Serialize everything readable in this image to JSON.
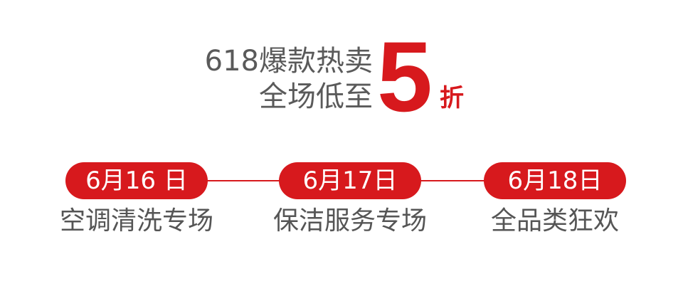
{
  "headline": {
    "line1": "618爆款热卖",
    "line2": "全场低至",
    "discount_number": "5",
    "discount_unit": "折"
  },
  "timeline": {
    "items": [
      {
        "date": "6月16 日",
        "caption": "空调清洗专场"
      },
      {
        "date": "6月17日",
        "caption": "保洁服务专场"
      },
      {
        "date": "6月18日",
        "caption": "全品类狂欢"
      }
    ]
  },
  "colors": {
    "accent": "#d7191d",
    "text": "#5a5a5a",
    "background": "#ffffff"
  }
}
